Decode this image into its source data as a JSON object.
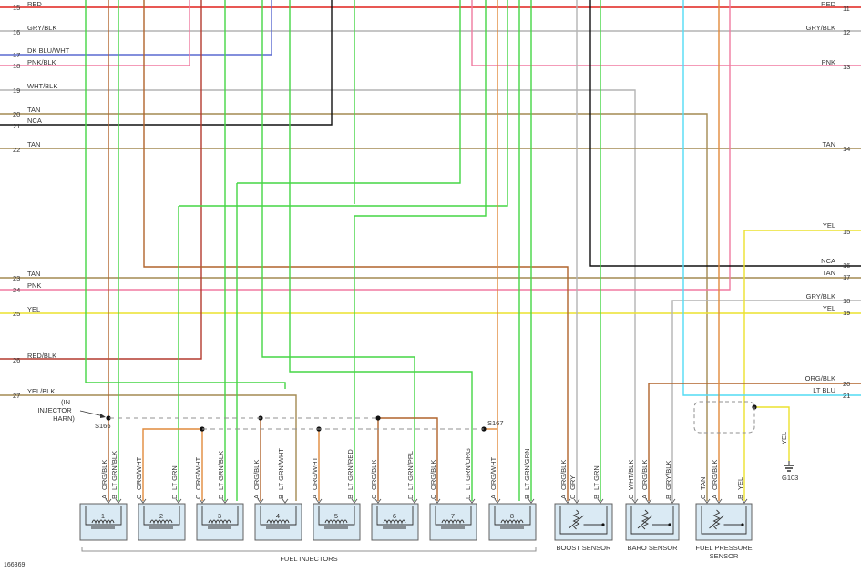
{
  "figure_id": "166369",
  "colors": {
    "red": "#e0201c",
    "gray": "#b4b4b4",
    "blue": "#5a6ad0",
    "pink": "#f07aa0",
    "darkred": "#b43a2e",
    "tan": "#a48a52",
    "black": "#101010",
    "green": "#45d645",
    "orange": "#e08a3c",
    "brown": "#b0642c",
    "yellow": "#ece22e",
    "ltblue": "#52dcf4",
    "label": "#333333",
    "component_fill": "#daeaf4",
    "component_stroke": "#606060"
  },
  "left_labels": [
    {
      "num": "15",
      "wire": "RED"
    },
    {
      "num": "16",
      "wire": "GRY/BLK"
    },
    {
      "num": "17",
      "wire": "DK BLU/WHT"
    },
    {
      "num": "18",
      "wire": "PNK/BLK"
    },
    {
      "num": "19",
      "wire": "WHT/BLK"
    },
    {
      "num": "20",
      "wire": "TAN"
    },
    {
      "num": "21",
      "wire": "NCA"
    },
    {
      "num": "22",
      "wire": "TAN"
    },
    {
      "num": "23",
      "wire": "TAN"
    },
    {
      "num": "24",
      "wire": "PNK"
    },
    {
      "num": "25",
      "wire": "YEL"
    },
    {
      "num": "26",
      "wire": "RED/BLK"
    },
    {
      "num": "27",
      "wire": "YEL/BLK"
    }
  ],
  "right_labels": [
    {
      "num": "11",
      "wire": "RED"
    },
    {
      "num": "12",
      "wire": "GRY/BLK"
    },
    {
      "num": "13",
      "wire": "PNK"
    },
    {
      "num": "14",
      "wire": "TAN"
    },
    {
      "num": "15",
      "wire": "YEL"
    },
    {
      "num": "16",
      "wire": "NCA"
    },
    {
      "num": "17",
      "wire": "TAN"
    },
    {
      "num": "18",
      "wire": "GRY/BLK"
    },
    {
      "num": "19",
      "wire": "YEL"
    },
    {
      "num": "20",
      "wire": "ORG/BLK"
    },
    {
      "num": "21",
      "wire": "LT BLU"
    }
  ],
  "splices": {
    "s166": "S166",
    "s167": "S167",
    "in_harness": [
      "(IN",
      "INJECTOR",
      "HARN)"
    ]
  },
  "ground": {
    "label": "G103",
    "wire": "YEL"
  },
  "injectors": [
    {
      "num": "1",
      "pins": [
        {
          "pin": "A",
          "wire": "ORG/BLK"
        },
        {
          "pin": "B",
          "wire": "LT GRN/BLK"
        }
      ]
    },
    {
      "num": "2",
      "pins": [
        {
          "pin": "C",
          "wire": "ORG/WHT"
        },
        {
          "pin": "D",
          "wire": "LT GRN"
        }
      ]
    },
    {
      "num": "3",
      "pins": [
        {
          "pin": "C",
          "wire": "ORG/WHT"
        },
        {
          "pin": "D",
          "wire": "LT GRN/BLK"
        }
      ]
    },
    {
      "num": "4",
      "pins": [
        {
          "pin": "A",
          "wire": "ORG/BLK"
        },
        {
          "pin": "B",
          "wire": "LT GRN/WHT"
        }
      ]
    },
    {
      "num": "5",
      "pins": [
        {
          "pin": "A",
          "wire": "ORG/WHT"
        },
        {
          "pin": "B",
          "wire": "LT GRN/RED"
        }
      ]
    },
    {
      "num": "6",
      "pins": [
        {
          "pin": "C",
          "wire": "ORG/BLK"
        },
        {
          "pin": "D",
          "wire": "LT GRN/PPL"
        }
      ]
    },
    {
      "num": "7",
      "pins": [
        {
          "pin": "C",
          "wire": "ORG/BLK"
        },
        {
          "pin": "D",
          "wire": "LT GRN/ORG"
        }
      ]
    },
    {
      "num": "8",
      "pins": [
        {
          "pin": "A",
          "wire": "ORG/WHT"
        },
        {
          "pin": "B",
          "wire": "LT GRN/GRN"
        }
      ]
    }
  ],
  "injectors_label": "FUEL INJECTORS",
  "sensors": [
    {
      "name": "BOOST SENSOR",
      "pins": [
        {
          "pin": "A",
          "wire": "ORG/BLK"
        },
        {
          "pin": "C",
          "wire": "GRY"
        },
        {
          "pin": "B",
          "wire": "LT GRN"
        }
      ]
    },
    {
      "name": "BARO SENSOR",
      "pins": [
        {
          "pin": "C",
          "wire": "WHT/BLK"
        },
        {
          "pin": "A",
          "wire": "ORG/BLK"
        },
        {
          "pin": "B",
          "wire": "GRY/BLK"
        }
      ]
    },
    {
      "name": "FUEL PRESSURE",
      "name2": "SENSOR",
      "pins": [
        {
          "pin": "C",
          "wire": "TAN"
        },
        {
          "pin": "A",
          "wire": "ORG/BLK"
        },
        {
          "pin": "B",
          "wire": "YEL"
        }
      ]
    }
  ]
}
